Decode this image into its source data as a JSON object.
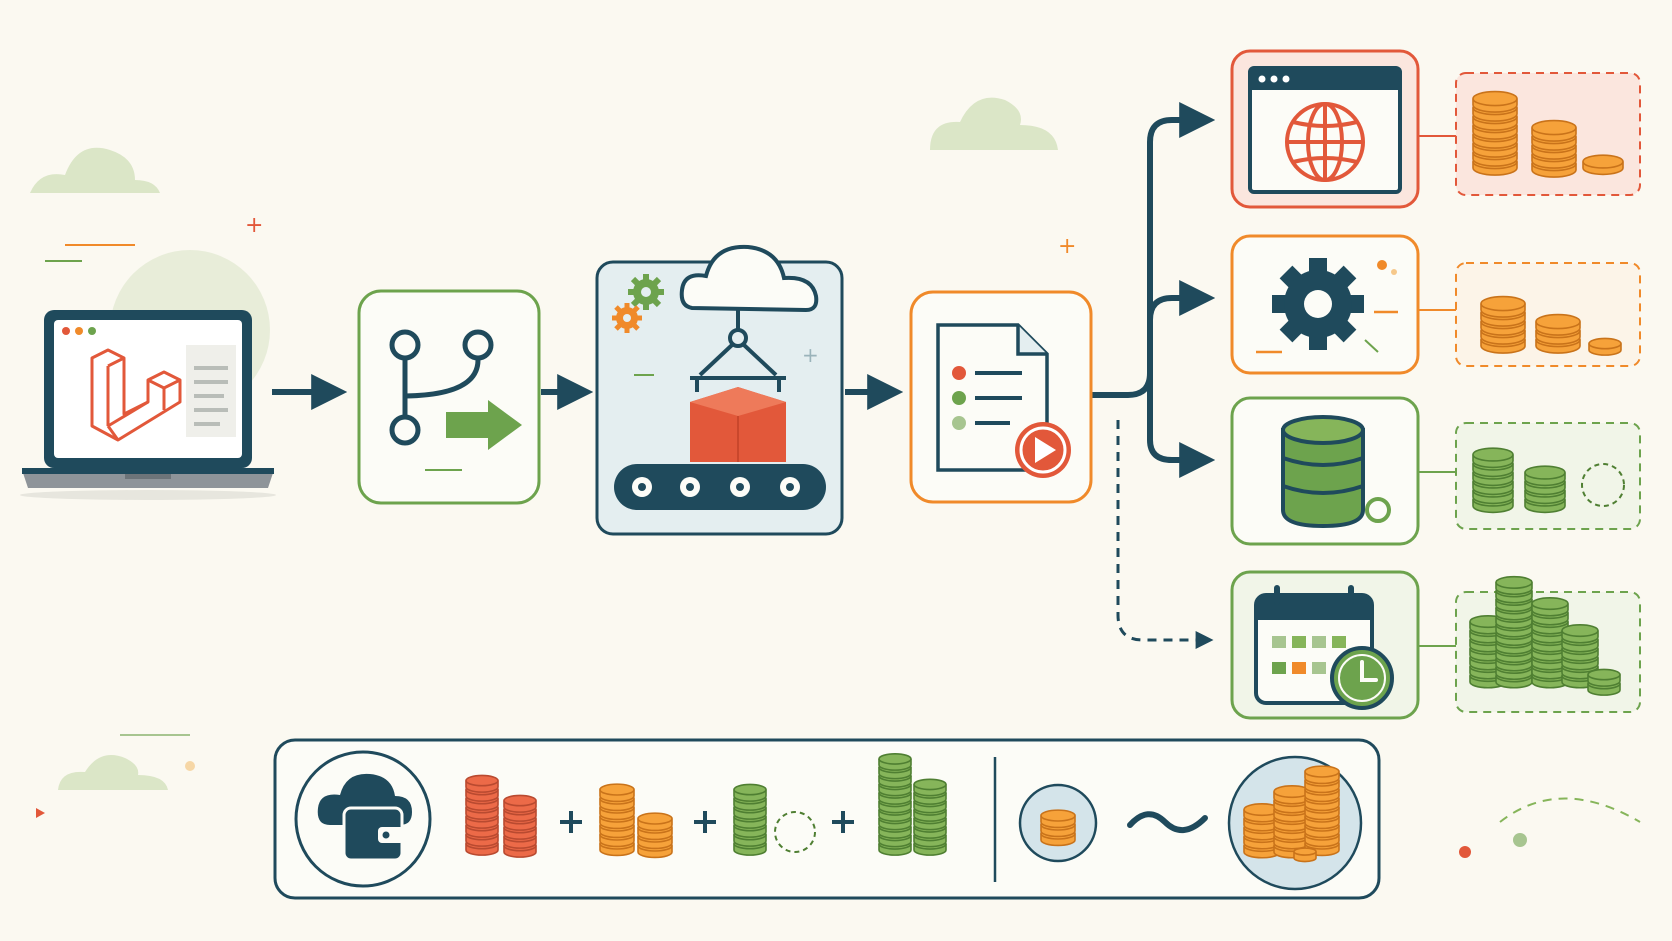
{
  "colors": {
    "background": "#fbf9f1",
    "navy": "#1f4a5c",
    "orange": "#f08a2a",
    "red_orange": "#e2583a",
    "green": "#6da34d",
    "light_green": "#dbe6c7",
    "soft_red_fill": "#fbe6de",
    "soft_blue_fill": "#d4e4ea",
    "coin_orange": "#f6a23a",
    "coin_red": "#ec6a48",
    "coin_green": "#86b55a"
  },
  "pipeline": [
    {
      "id": "laptop",
      "icon": "laptop-laravel-icon"
    },
    {
      "id": "git",
      "icon": "git-branch-icon"
    },
    {
      "id": "build",
      "icon": "cloud-conveyor-icon"
    },
    {
      "id": "release",
      "icon": "release-document-play-icon"
    }
  ],
  "targets": [
    {
      "id": "web",
      "icon": "web-browser-globe-icon",
      "color": "#e2583a",
      "coins": "medium"
    },
    {
      "id": "worker",
      "icon": "gear-icon",
      "color": "#f08a2a",
      "coins": "small"
    },
    {
      "id": "database",
      "icon": "database-icon",
      "color": "#6da34d",
      "coins": "small-with-empty"
    },
    {
      "id": "scheduler",
      "icon": "calendar-clock-icon",
      "color": "#6da34d",
      "coins": "large"
    }
  ],
  "summary": {
    "left_icon": "cloud-wallet-icon",
    "operators": [
      "+",
      "+",
      "+"
    ],
    "relation_icon": "tilde-approximately-icon"
  }
}
